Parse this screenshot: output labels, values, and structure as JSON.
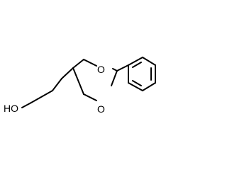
{
  "molecule": {
    "atoms": {
      "hydroxyl": "HO",
      "ring_oxygen_top": "O",
      "ring_oxygen_bottom": "O"
    }
  }
}
